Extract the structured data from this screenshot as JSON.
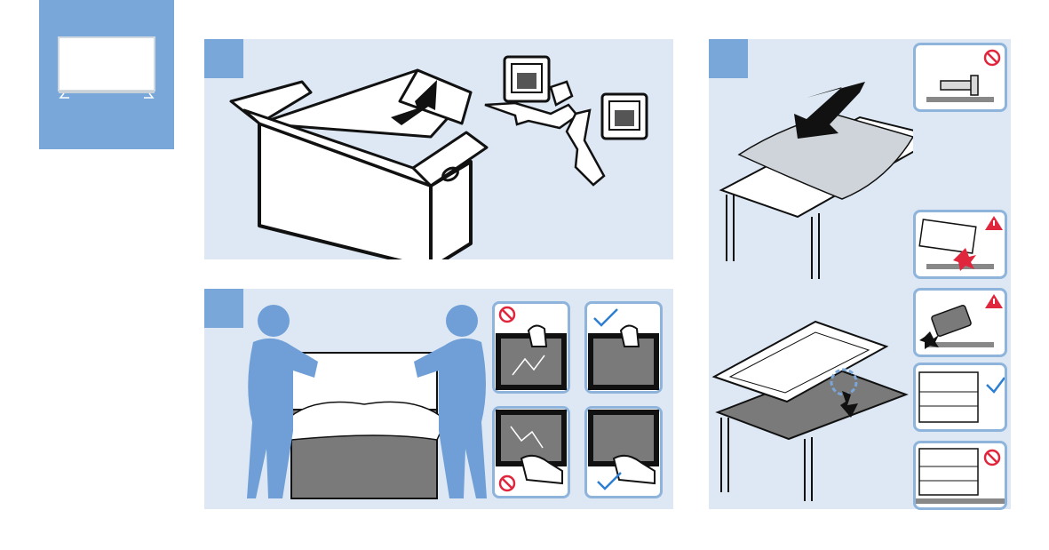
{
  "colors": {
    "accent_blue": "#7aa7d9",
    "panel_bg": "#dde8f4",
    "person_blue": "#6f9fd6",
    "tv_gray": "#7a7a7a",
    "prohibit_red": "#e0263d",
    "check_blue": "#2e7fd1"
  },
  "icons": {
    "tv": "tv-icon",
    "box": "box-icon",
    "arrow": "arrow-icon",
    "prohibited": "prohibited-icon",
    "warning": "warning-icon",
    "check": "checkmark-icon",
    "person": "person-icon",
    "table": "table-icon",
    "cloth": "cloth-icon",
    "screw": "screw-icon",
    "hand": "hand-icon",
    "stand": "stand-icon"
  },
  "steps": [
    {
      "id": "unbox",
      "number": ""
    },
    {
      "id": "carry",
      "number": ""
    },
    {
      "id": "place-on-table",
      "number": ""
    }
  ]
}
